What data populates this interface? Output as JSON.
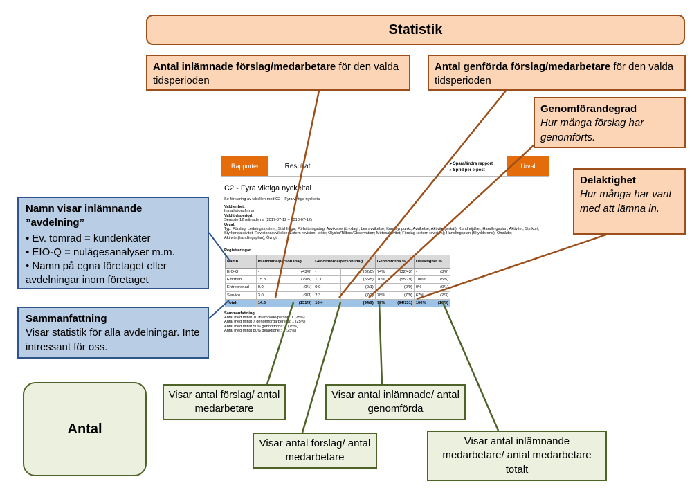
{
  "title": "Statistik",
  "antal_label": "Antal",
  "callouts": {
    "inlamnade": {
      "bold": "Antal inlämnade förslag/medarbetare",
      "rest": " för den valda tidsperioden"
    },
    "genforda": {
      "bold": "Antal genförda förslag/medarbetare",
      "rest": " för den valda tidsperioden"
    },
    "genomforandegrad": {
      "bold": "Genomförandegrad",
      "italic": "Hur många förslag har genomförts."
    },
    "delaktighet": {
      "bold": "Delaktighet",
      "italic": "Hur många har varit med att lämna in."
    },
    "namn": {
      "bold": "Namn visar inlämnande ”avdelning”",
      "bullets": [
        "Ev. tomrad = kundenkäter",
        "EIO-Q = nulägesanalyser m.m.",
        "Namn på egna företaget eller avdelningar inom företaget"
      ]
    },
    "sammanfattning": {
      "bold": "Sammanfattning",
      "rest": "Visar statistik för alla avdelningar. Inte intressant för oss."
    },
    "green1": "Visar antal förslag/ antal medarbetare",
    "green2": "Visar antal förslag/ antal medarbetare",
    "green3": "Visar  antal inlämnade/ antal genomförda",
    "green4": "Visar antal inlämnande medarbetare/ antal medarbetare totalt"
  },
  "screenshot": {
    "tab_rapporter": "Rapporter",
    "tab_resultat": "Resultat",
    "link_spara": "▸ Spara/ändra rapport",
    "link_sprid": "▸ Sprid per e-post",
    "tab_urval": "Urval",
    "report_title": "C2 - Fyra viktiga nyckeltal",
    "explanation_link": "Se förklaring av tabellen med C2 – Fyra viktiga nyckeltal",
    "vald_enhet_label": "Vald enhet:",
    "vald_enhet_value": "Installationsfirman",
    "vald_tid_label": "Vald tidsperiod:",
    "vald_tid_value": "Senaste 12 månaderna (2017-07-12 – 2018-07-12)",
    "urval_label": "Urval:",
    "urval_value": "Typ: Förslag; Ledningssystem; Ställ fråga; Förbättringsdag; Avvikelse (ö.v.dag); Lev avvikelse; Kundsynpunkt; Avvikelse; Aktivitet(enkät); Kundnöjdhet; Handlingsplan; Aktivitet; Styrkort; Styrkortsaktivitet; Revisionsavvikelse; Extern revision; Möte; Olycka/Tillbud/Observation; Mötesaktivitet; Förslag (extern revision); Handlingsplan (Skyddsrond); Område; Aktivitet(handlingsplan); Övrigt",
    "registreringar": "Registreringar",
    "table": {
      "headers": [
        "Namn",
        "Inlämnade/person idag",
        "",
        "Genomförda/person idag",
        "",
        "Genomförda %",
        "",
        "Delaktighet %",
        ""
      ],
      "rows": [
        [
          "EIO-Q",
          "-",
          "(43/0)",
          "-",
          "(32/0)",
          "74%",
          "(32/43)",
          "-",
          "(3/0)"
        ],
        [
          "Elfirman",
          "15.8",
          "(79/5)",
          "11.0",
          "(55/5)",
          "70%",
          "(55/79)",
          "100%",
          "(5/5)"
        ],
        [
          "Entreprenad",
          "0.0",
          "(0/1)",
          "0.0",
          "(0/1)",
          "-",
          "(0/0)",
          "0%",
          "(0/1)"
        ],
        [
          "Service",
          "3.0",
          "(9/3)",
          "2.3",
          "(7/3)",
          "78%",
          "(7/9)",
          "67%",
          "(2/3)"
        ]
      ],
      "total": [
        "Totalt",
        "14.6",
        "(131/9)",
        "10.4",
        "(94/9)",
        "72%",
        "(94/131)",
        "100%",
        "(10/9)"
      ]
    },
    "sammanfattning_title": "Sammanfattning",
    "sammanfattning_lines": [
      "Antal med minst 10 inlämnade/person: 1 (25%)",
      "Antal med minst 7 genomförda/person: 1 (25%)",
      "Antal med minst 50% genomförda: 3 (75%)",
      "Antal med minst 80% delaktighet: 1 (25%)"
    ]
  },
  "colors": {
    "accent_orange": "#e46c0a",
    "peach": "#fbd5b5",
    "peach_border": "#9c4f1a",
    "blue": "#b9cde5",
    "blue_border": "#30558c",
    "green": "#ebf1de",
    "green_border": "#4f6228",
    "total_row": "#9dc3e6"
  }
}
